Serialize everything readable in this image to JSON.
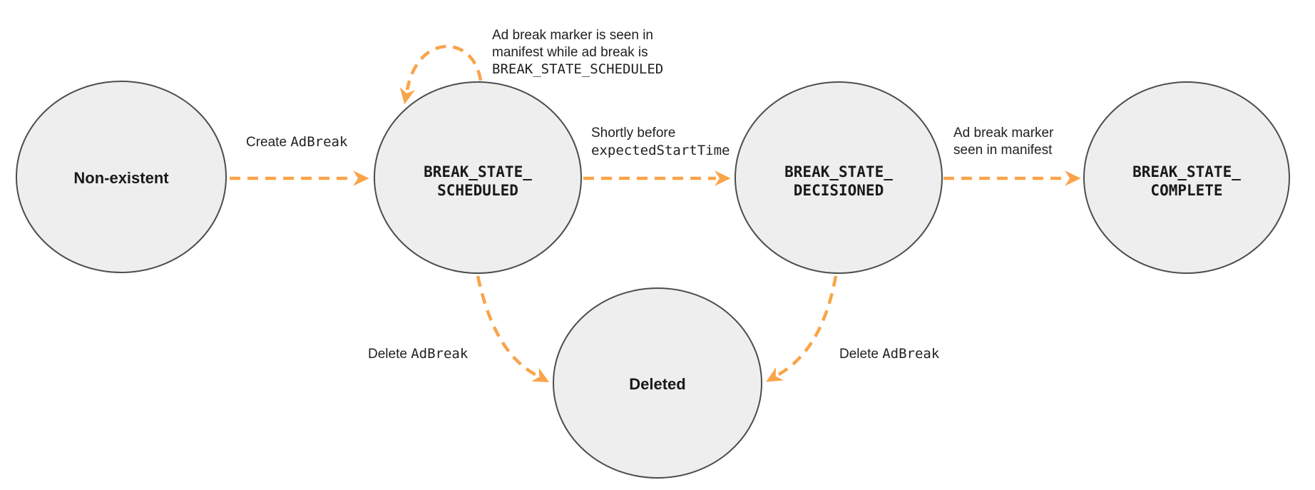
{
  "colors": {
    "arrow": "#f9a44a",
    "node_fill": "#eeeeee",
    "node_stroke": "#4d4d4d",
    "text": "#202124"
  },
  "states": {
    "non_existent": {
      "label": "Non-existent"
    },
    "scheduled": {
      "line1": "BREAK_STATE_",
      "line2": "SCHEDULED"
    },
    "decisioned": {
      "line1": "BREAK_STATE_",
      "line2": "DECISIONED"
    },
    "complete": {
      "line1": "BREAK_STATE_",
      "line2": "COMPLETE"
    },
    "deleted": {
      "label": "Deleted"
    }
  },
  "edges": {
    "create": {
      "sans": "Create ",
      "mono": "AdBreak"
    },
    "self_loop": {
      "line1": "Ad break marker is seen in",
      "line2": "manifest while ad break is",
      "line3": "BREAK_STATE_SCHEDULED"
    },
    "decision": {
      "line1": "Shortly before",
      "line2": "expectedStartTime"
    },
    "complete": {
      "line1": "Ad break marker",
      "line2": "seen in manifest"
    },
    "delete_scheduled": {
      "sans": "Delete ",
      "mono": "AdBreak"
    },
    "delete_decisioned": {
      "sans": "Delete ",
      "mono": "AdBreak"
    }
  }
}
